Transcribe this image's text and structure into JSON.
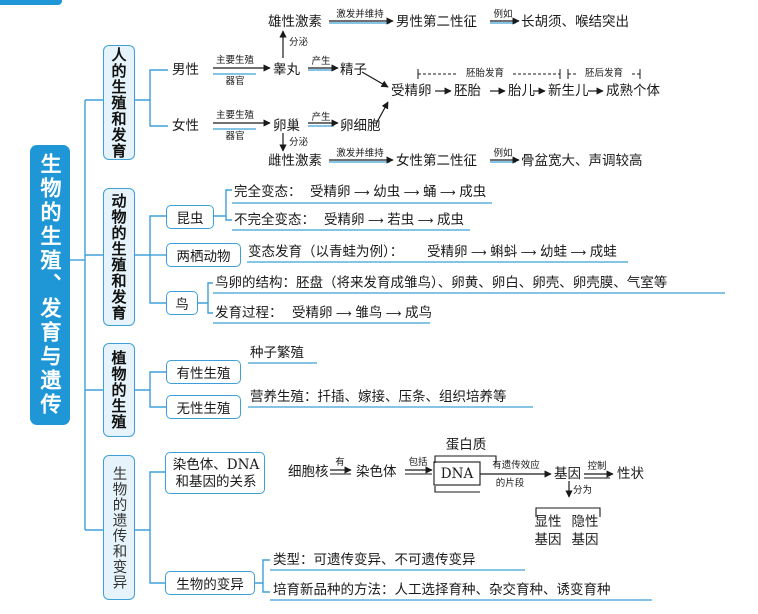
{
  "root": "生物的生殖、发育与遗传",
  "sections": {
    "human": "人的生殖和发育",
    "animal": "动物的生殖和发育",
    "plant": "植物的生殖",
    "heredity": "生物的遗传和变异"
  },
  "human": {
    "male": "男性",
    "female": "女性",
    "main_organ_1": "主要生殖",
    "main_organ_2": "器官",
    "testis": "睾丸",
    "ovary": "卵巢",
    "secrete": "分泌",
    "produce": "产生",
    "male_hormone": "雄性激素",
    "female_hormone": "雌性激素",
    "stimulate": "激发并维持",
    "male_traits": "男性第二性征",
    "female_traits": "女性第二性征",
    "example": "例如",
    "male_examples": "长胡须、喉结突出",
    "female_examples": "骨盆宽大、声调较高",
    "sperm": "精子",
    "egg": "卵细胞",
    "fertilized": "受精卵",
    "embryo": "胚胎",
    "fetus": "胎儿",
    "newborn": "新生儿",
    "adult": "成熟个体",
    "embryonic_dev": "胚胎发育",
    "postnatal_dev": "胚后发育"
  },
  "animal": {
    "insect": "昆虫",
    "complete_label": "完全变态：",
    "complete_chain": [
      "受精卵",
      "幼虫",
      "蛹",
      "成虫"
    ],
    "incomplete_label": "不完全变态：",
    "incomplete_chain": [
      "受精卵",
      "若虫",
      "成虫"
    ],
    "amphibian": "两栖动物",
    "amphibian_label": "变态发育（以青蛙为例）：",
    "amphibian_chain": [
      "受精卵",
      "蝌蚪",
      "幼蛙",
      "成蛙"
    ],
    "bird": "鸟",
    "bird_structure": "鸟卵的结构：胚盘（将来发育成雏鸟）、卵黄、卵白、卵壳、卵壳膜、气室等",
    "bird_label": "发育过程：",
    "bird_chain": [
      "受精卵",
      "雏鸟",
      "成鸟"
    ]
  },
  "plant": {
    "sexual": "有性生殖",
    "sexual_desc": "种子繁殖",
    "asexual": "无性生殖",
    "asexual_desc": "营养生殖：扦插、嫁接、压条、组织培养等"
  },
  "heredity": {
    "relation_1": "染色体、DNA",
    "relation_2": "和基因的关系",
    "nucleus": "细胞核",
    "has": "有",
    "chromosome": "染色体",
    "contains": "包括",
    "protein": "蛋白质",
    "dna": "DNA",
    "segment_1": "有遗传效应",
    "segment_2": "的片段",
    "gene": "基因",
    "control": "控制",
    "trait": "性状",
    "divide": "分为",
    "dominant_1": "显性",
    "dominant_2": "基因",
    "recessive_1": "隐性",
    "recessive_2": "基因",
    "variation": "生物的变异",
    "types": "类型：可遗传变异、不可遗传变异",
    "breeding": "培育新品种的方法：人工选择育种、杂交育种、诱变育种"
  }
}
